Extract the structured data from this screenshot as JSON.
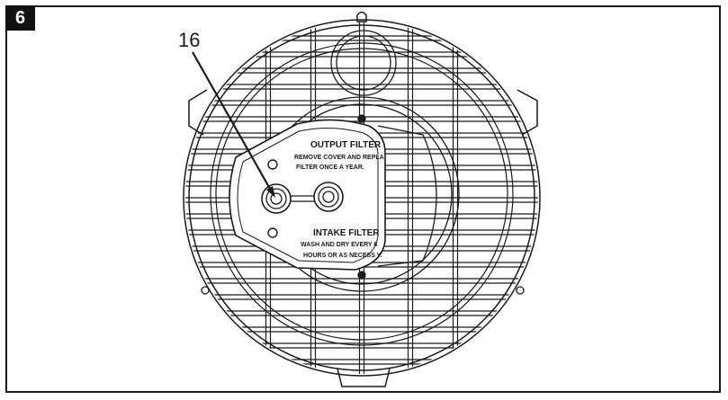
{
  "figure": {
    "number": "6"
  },
  "callout": {
    "number": "16"
  },
  "panel": {
    "output_filter": {
      "title": "OUTPUT FILTER",
      "line1": "REMOVE COVER AND REPLA",
      "line2": "FILTER ONCE A YEAR."
    },
    "intake_filter": {
      "title": "INTAKE FILTER",
      "line1": "WASH AND DRY EVERY 6",
      "line2": "HOURS OR AS NECESS   Y."
    }
  },
  "colors": {
    "line": "#1a1a1a",
    "badge": "#111111",
    "background": "#ffffff"
  }
}
